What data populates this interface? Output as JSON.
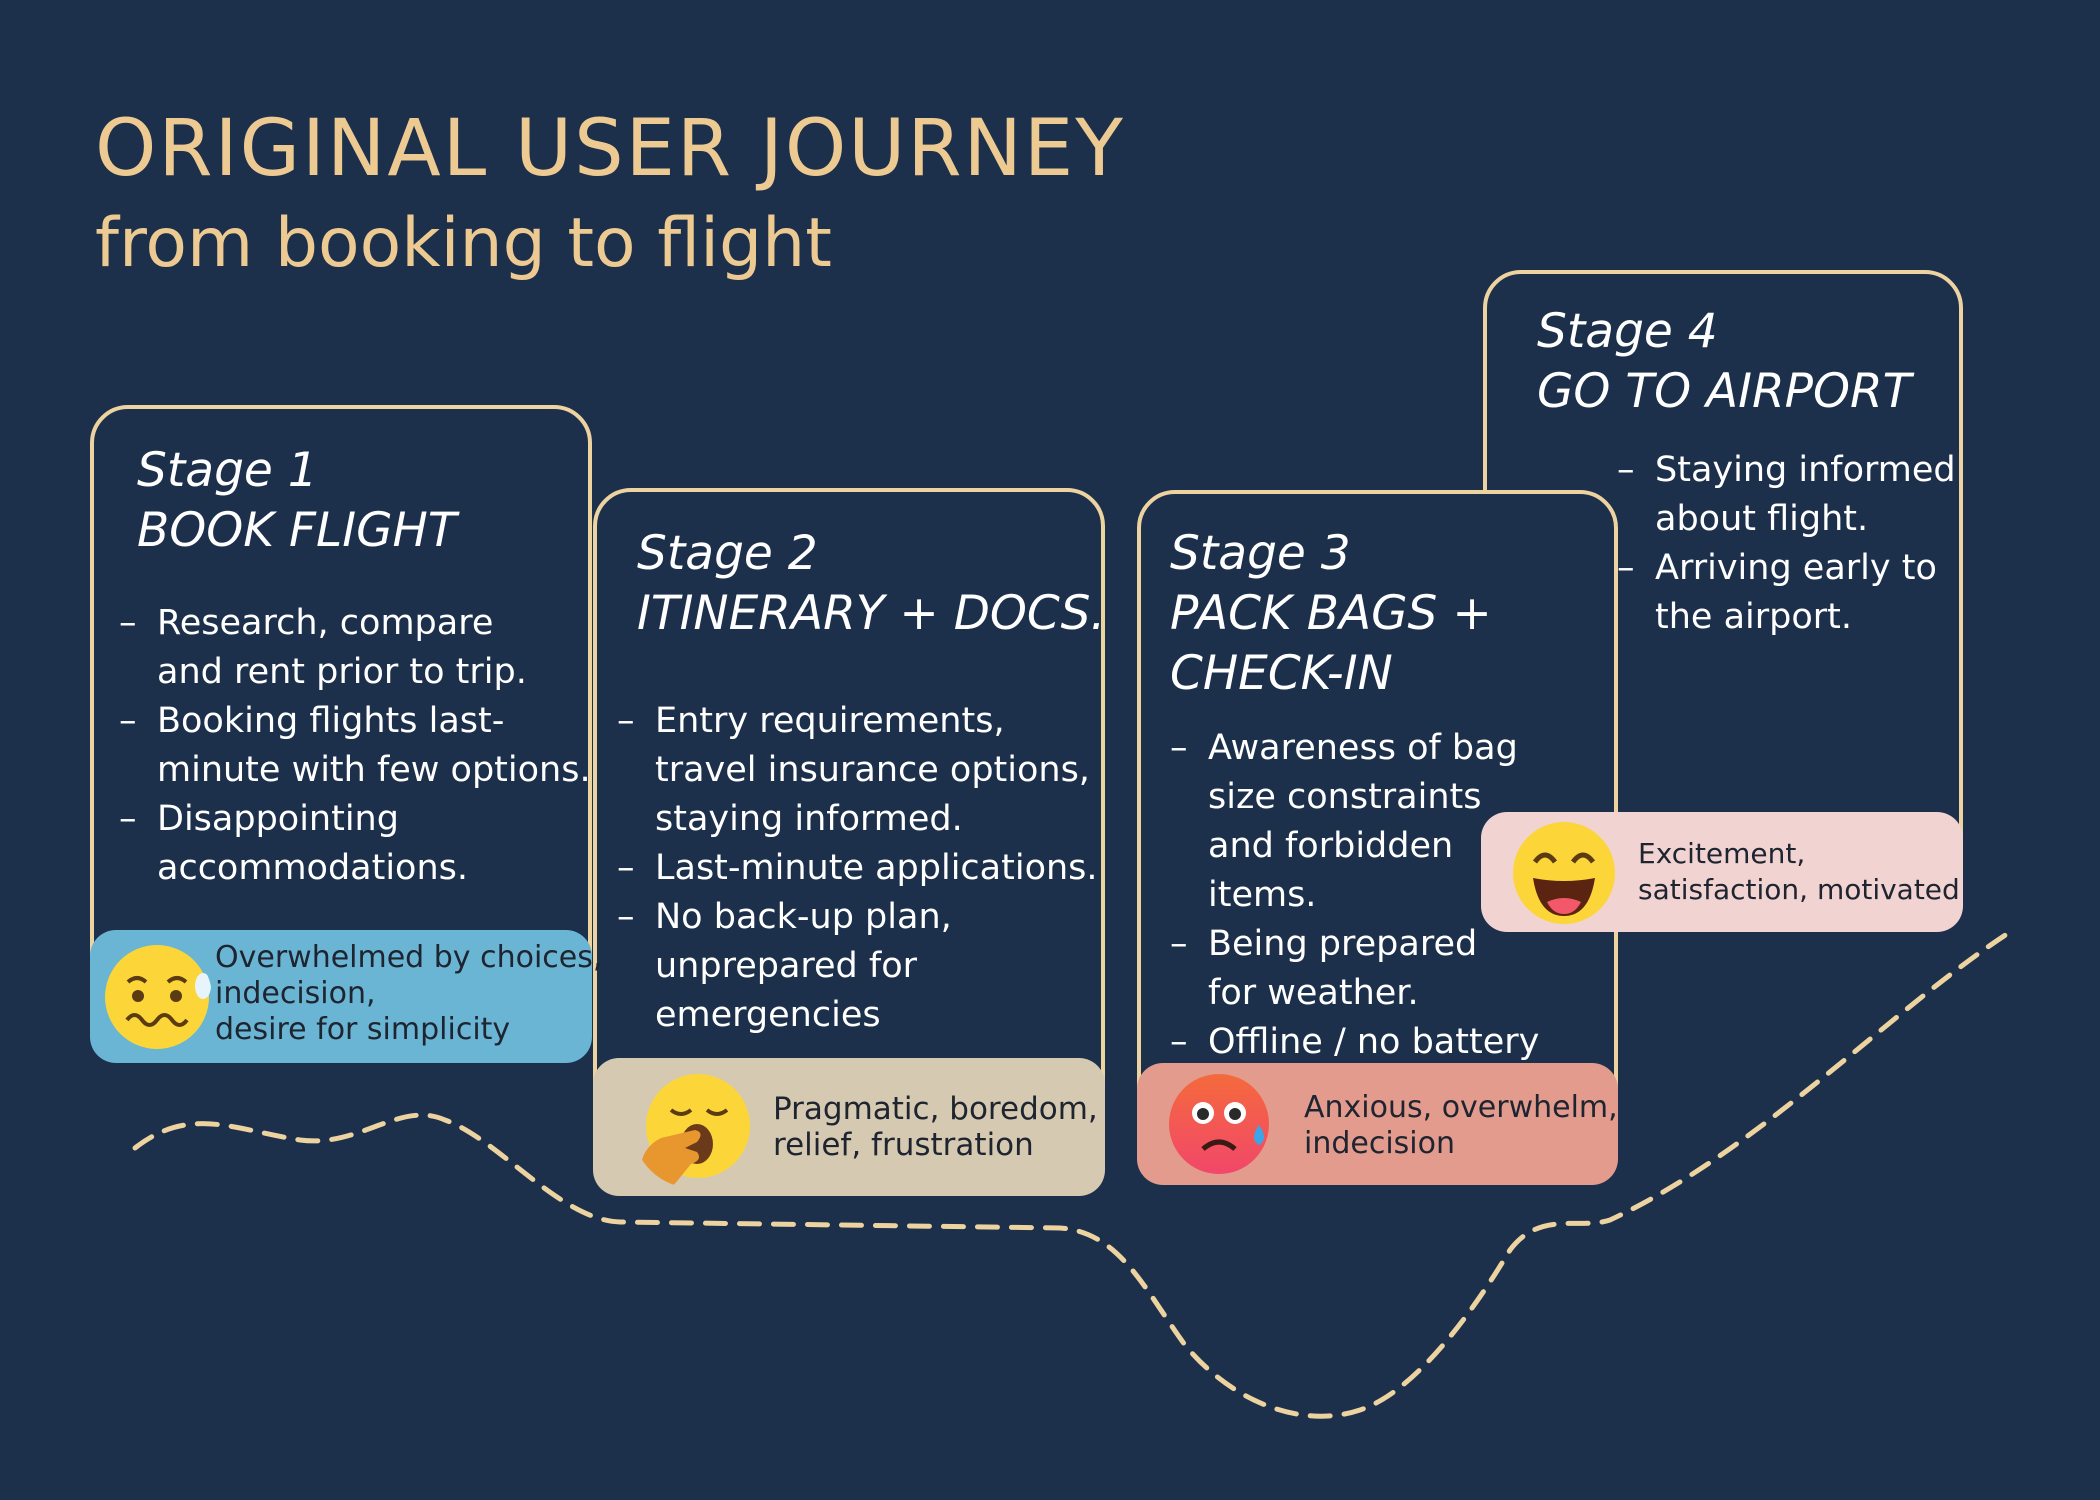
{
  "header": {
    "title": "ORIGINAL USER JOURNEY",
    "subtitle": "from booking to flight"
  },
  "stages": [
    {
      "label": "Stage 1",
      "name": "BOOK FLIGHT",
      "points": [
        [
          "Research, compare",
          "and rent prior to trip."
        ],
        [
          "Booking flights last-",
          "minute with few options."
        ],
        [
          "Disappointing",
          "accommodations."
        ]
      ],
      "emotion_lines": [
        "Overwhelmed by choices,",
        "indecision,",
        "desire for simplicity"
      ],
      "emoji": "woozy-face-icon",
      "emotion_color": "#6ab5d3"
    },
    {
      "label": "Stage 2",
      "name": "ITINERARY + DOCS.",
      "points": [
        [
          "Entry requirements,",
          "travel insurance options,",
          "staying informed."
        ],
        [
          "Last-minute applications."
        ],
        [
          "No back-up plan,",
          "unprepared for",
          "emergencies"
        ]
      ],
      "emotion_lines": [
        "Pragmatic, boredom,",
        "relief, frustration"
      ],
      "emoji": "yawning-face-icon",
      "emotion_color": "#d5c9b1"
    },
    {
      "label": "Stage 3",
      "name_lines": [
        "PACK BAGS +",
        "CHECK-IN"
      ],
      "points": [
        [
          "Awareness of bag",
          "size constraints",
          "and forbidden",
          "items."
        ],
        [
          "Being prepared",
          "for weather."
        ],
        [
          "Offline / no battery"
        ]
      ],
      "emotion_lines": [
        "Anxious, overwhelm,",
        "indecision"
      ],
      "emoji": "anxious-face-icon",
      "emotion_color": "#e39b8d"
    },
    {
      "label": "Stage 4",
      "name": "GO TO AIRPORT",
      "points": [
        [
          "Staying informed",
          "about flight."
        ],
        [
          "Arriving early to",
          "the airport."
        ]
      ],
      "emotion_lines": [
        "Excitement,",
        "satisfaction, motivated"
      ],
      "emoji": "grinning-face-icon",
      "emotion_color": "#f1d3d2"
    }
  ]
}
